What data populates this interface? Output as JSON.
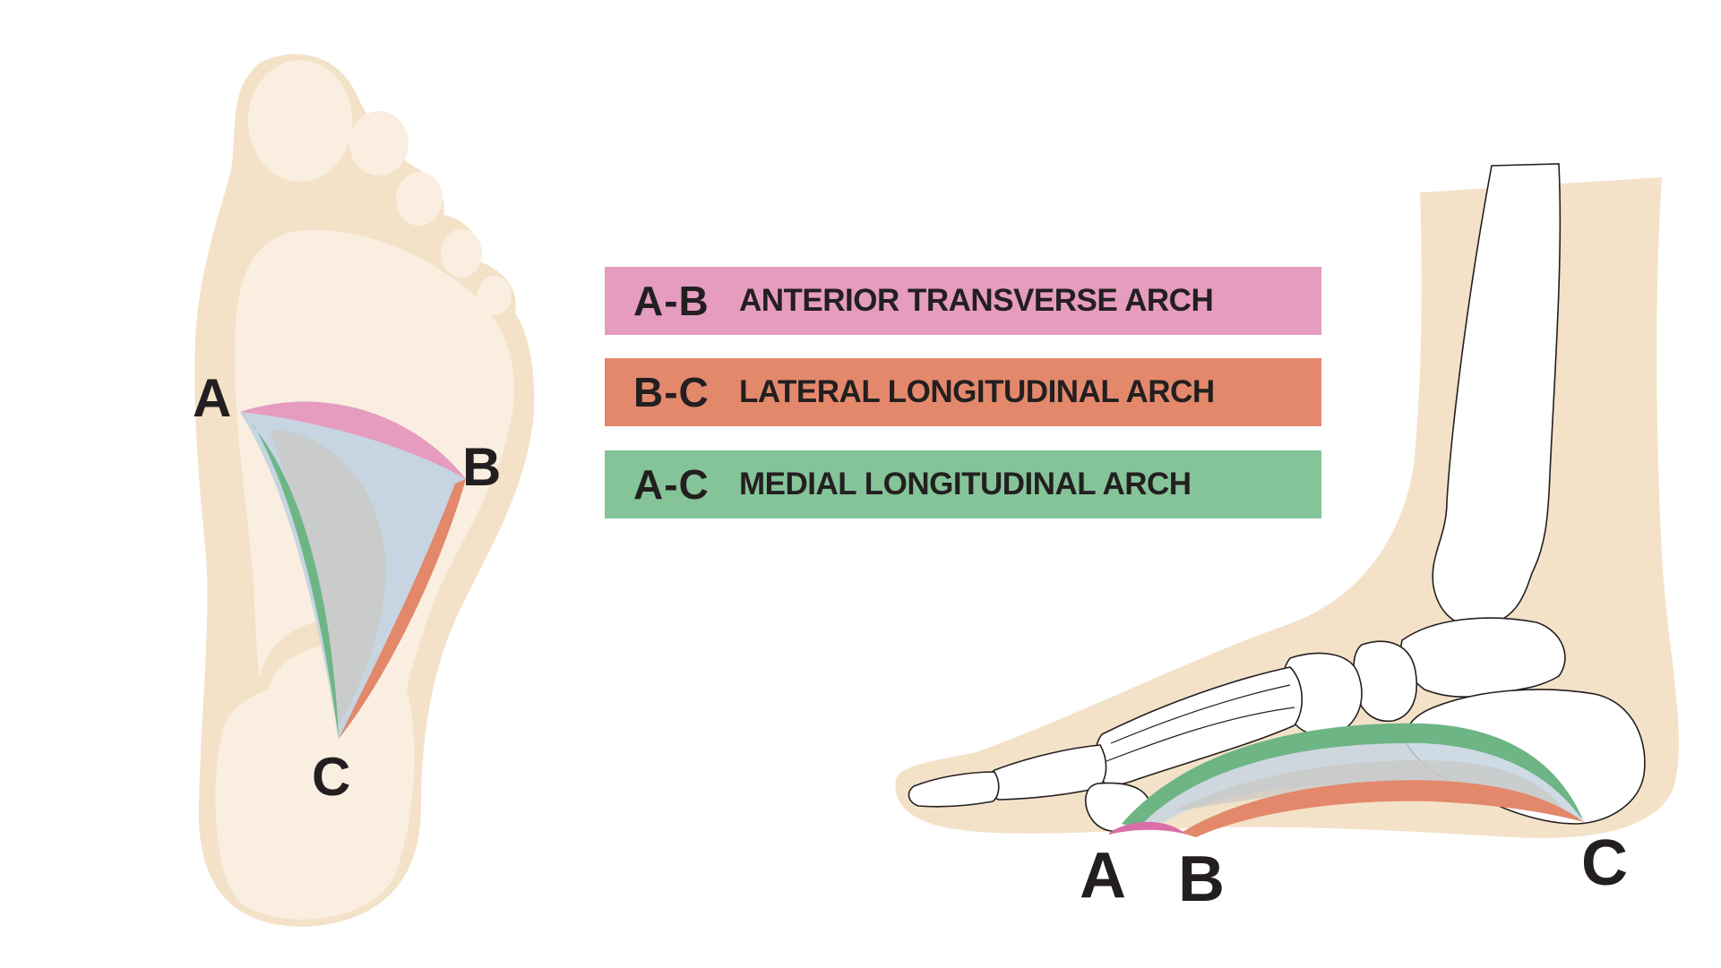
{
  "legend": [
    {
      "code": "A-B",
      "name": "ANTERIOR TRANSVERSE ARCH",
      "color": "#e59cbf"
    },
    {
      "code": "B-C",
      "name": "LATERAL LONGITUDINAL ARCH",
      "color": "#e3886b"
    },
    {
      "code": "A-C",
      "name": "MEDIAL LONGITUDINAL ARCH",
      "color": "#84c498"
    }
  ],
  "sole_view": {
    "label_a": "A",
    "label_b": "B",
    "label_c": "C"
  },
  "side_view": {
    "label_a": "A",
    "label_b": "B",
    "label_c": "C"
  },
  "colors": {
    "skin_dark": "#f3e2c8",
    "skin_light": "#f9eee0",
    "arch_fill": "#c6d5e1",
    "arch_shadow": "#c9c8c3",
    "text": "#231f20"
  }
}
